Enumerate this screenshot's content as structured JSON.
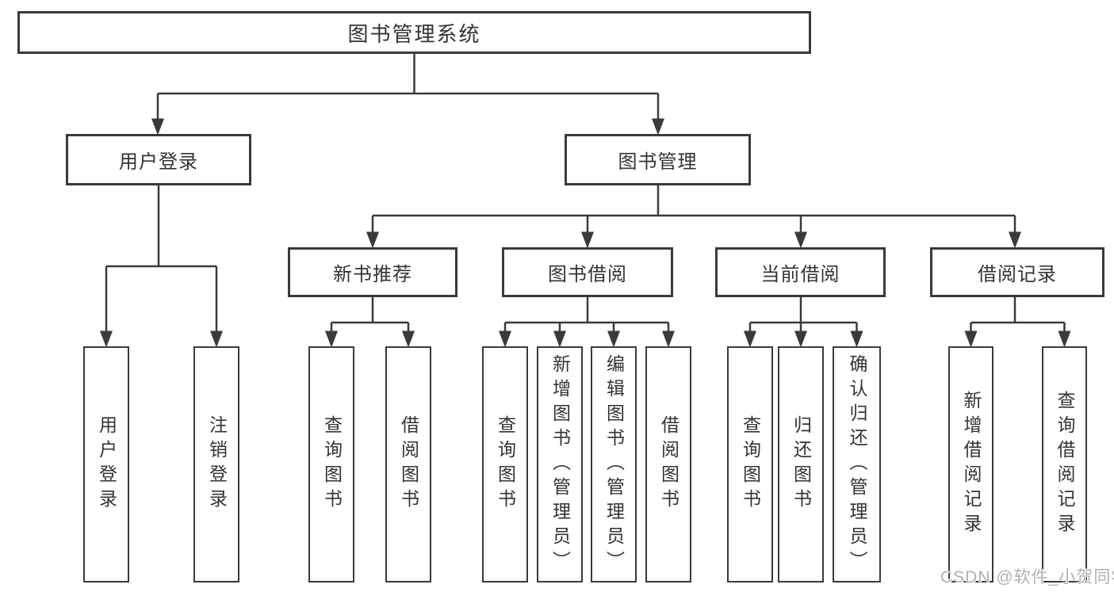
{
  "diagram": {
    "root": {
      "label": "图书管理系统"
    },
    "level2": [
      {
        "label": "用户登录"
      },
      {
        "label": "图书管理"
      }
    ],
    "level3": [
      {
        "label": "新书推荐"
      },
      {
        "label": "图书借阅"
      },
      {
        "label": "当前借阅"
      },
      {
        "label": "借阅记录"
      }
    ],
    "level4": [
      {
        "label": "用户登录"
      },
      {
        "label": "注销登录"
      },
      {
        "label": "查询图书"
      },
      {
        "label": "借阅图书"
      },
      {
        "label": "查询图书"
      },
      {
        "label": "新增图书（管理员）"
      },
      {
        "label": "编辑图书（管理员）"
      },
      {
        "label": "借阅图书"
      },
      {
        "label": "查询图书"
      },
      {
        "label": "归还图书"
      },
      {
        "label": "确认归还（管理员）"
      },
      {
        "label": "新增借阅记录"
      },
      {
        "label": "查询借阅记录"
      }
    ]
  },
  "watermark": {
    "text": "CSDN @软件_小贺同学"
  },
  "colors": {
    "line": "#3a3a3a",
    "text": "#333333",
    "watermark": "#b0b0b0",
    "background": "#ffffff"
  }
}
